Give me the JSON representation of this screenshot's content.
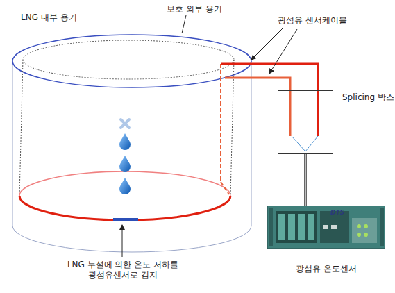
{
  "diagram": {
    "nodes": [
      {
        "text": [
          "Splicing 박스"
        ]
      },
      {
        "text": [
          "광섬유 온도센서"
        ]
      }
    ],
    "edges": [
      {
        "from": 0,
        "to": 1,
        "arrow": "none"
      }
    ],
    "labels": [
      "LNG 내부 용기",
      "보호 외부 용기",
      "광섬유 센서케이블",
      "LNG 누설에 의한 온도 저하를 광섬유센서로 검지",
      "DTS"
    ]
  }
}
